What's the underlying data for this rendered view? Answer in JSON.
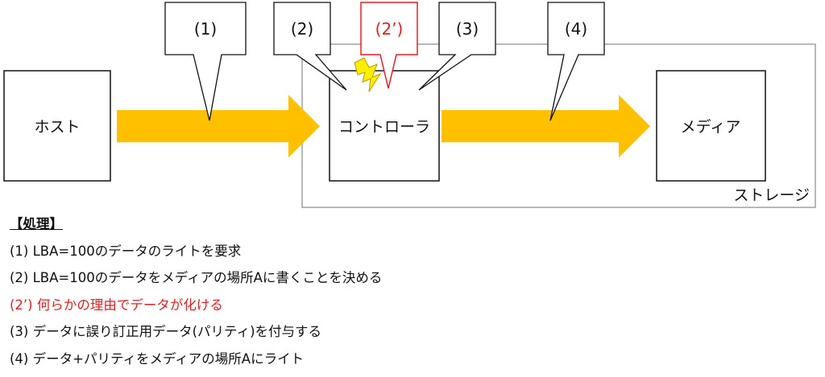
{
  "diagram": {
    "host_label": "ホスト",
    "controller_label": "コントローラ",
    "media_label": "メディア",
    "storage_label": "ストレージ",
    "callouts": [
      {
        "label": "(1)"
      },
      {
        "label": "(2)"
      },
      {
        "label": "(2’)"
      },
      {
        "label": "(3)"
      },
      {
        "label": "(4)"
      }
    ],
    "colors": {
      "arrow": "#ffc000",
      "alert": "#e02020",
      "lightning": "#ffee00"
    },
    "icons": [
      "lightning-icon"
    ]
  },
  "process": {
    "heading": "【処理】",
    "steps": [
      "(1) LBA=100のデータのライトを要求",
      "(2) LBA=100のデータをメディアの場所Aに書くことを決める",
      "(2’) 何らかの理由でデータが化ける",
      "(3) データに誤り訂正用データ(パリティ)を付与する",
      "(4) データ+パリティをメディアの場所Aにライト"
    ]
  }
}
